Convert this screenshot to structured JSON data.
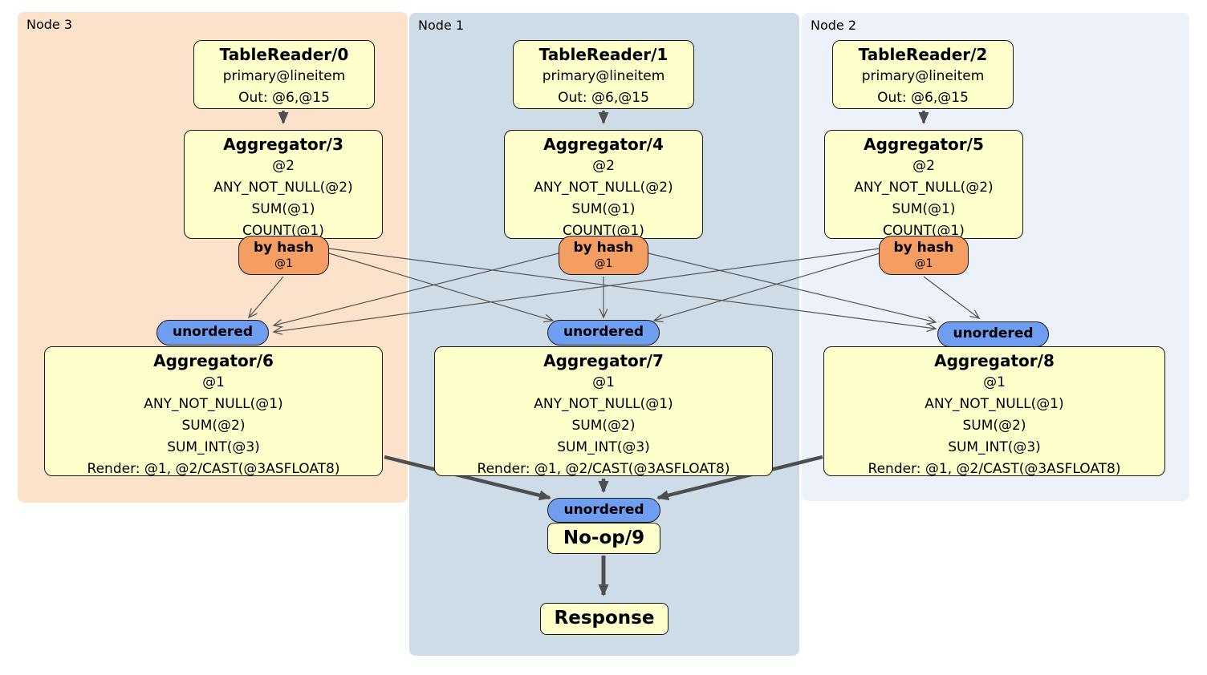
{
  "panels": {
    "node3": "Node 3",
    "node1": "Node 1",
    "node2": "Node 2"
  },
  "processors": {
    "tr0": {
      "title": "TableReader/0",
      "lines": [
        "primary@lineitem",
        "Out: @6,@15"
      ]
    },
    "tr1": {
      "title": "TableReader/1",
      "lines": [
        "primary@lineitem",
        "Out: @6,@15"
      ]
    },
    "tr2": {
      "title": "TableReader/2",
      "lines": [
        "primary@lineitem",
        "Out: @6,@15"
      ]
    },
    "agg3": {
      "title": "Aggregator/3",
      "lines": [
        "@2",
        "ANY_NOT_NULL(@2)",
        "SUM(@1)",
        "COUNT(@1)"
      ]
    },
    "agg4": {
      "title": "Aggregator/4",
      "lines": [
        "@2",
        "ANY_NOT_NULL(@2)",
        "SUM(@1)",
        "COUNT(@1)"
      ]
    },
    "agg5": {
      "title": "Aggregator/5",
      "lines": [
        "@2",
        "ANY_NOT_NULL(@2)",
        "SUM(@1)",
        "COUNT(@1)"
      ]
    },
    "agg6": {
      "title": "Aggregator/6",
      "lines": [
        "@1",
        "ANY_NOT_NULL(@1)",
        "SUM(@2)",
        "SUM_INT(@3)",
        "Render: @1, @2/CAST(@3ASFLOAT8)"
      ]
    },
    "agg7": {
      "title": "Aggregator/7",
      "lines": [
        "@1",
        "ANY_NOT_NULL(@1)",
        "SUM(@2)",
        "SUM_INT(@3)",
        "Render: @1, @2/CAST(@3ASFLOAT8)"
      ]
    },
    "agg8": {
      "title": "Aggregator/8",
      "lines": [
        "@1",
        "ANY_NOT_NULL(@1)",
        "SUM(@2)",
        "SUM_INT(@3)",
        "Render: @1, @2/CAST(@3ASFLOAT8)"
      ]
    },
    "noop": {
      "title": "No-op/9"
    },
    "response": {
      "title": "Response"
    }
  },
  "routers": {
    "by_hash": {
      "title": "by hash",
      "detail": "@1"
    },
    "unordered": {
      "label": "unordered"
    }
  },
  "colors": {
    "node3_bg": "#fce1cb",
    "node1_bg": "#cedce8",
    "node2_bg": "#edf1f9",
    "processor_fill": "#ffffcc",
    "by_hash_fill": "#f59e63",
    "unordered_fill": "#6f9ef0",
    "edge": "#555555"
  }
}
